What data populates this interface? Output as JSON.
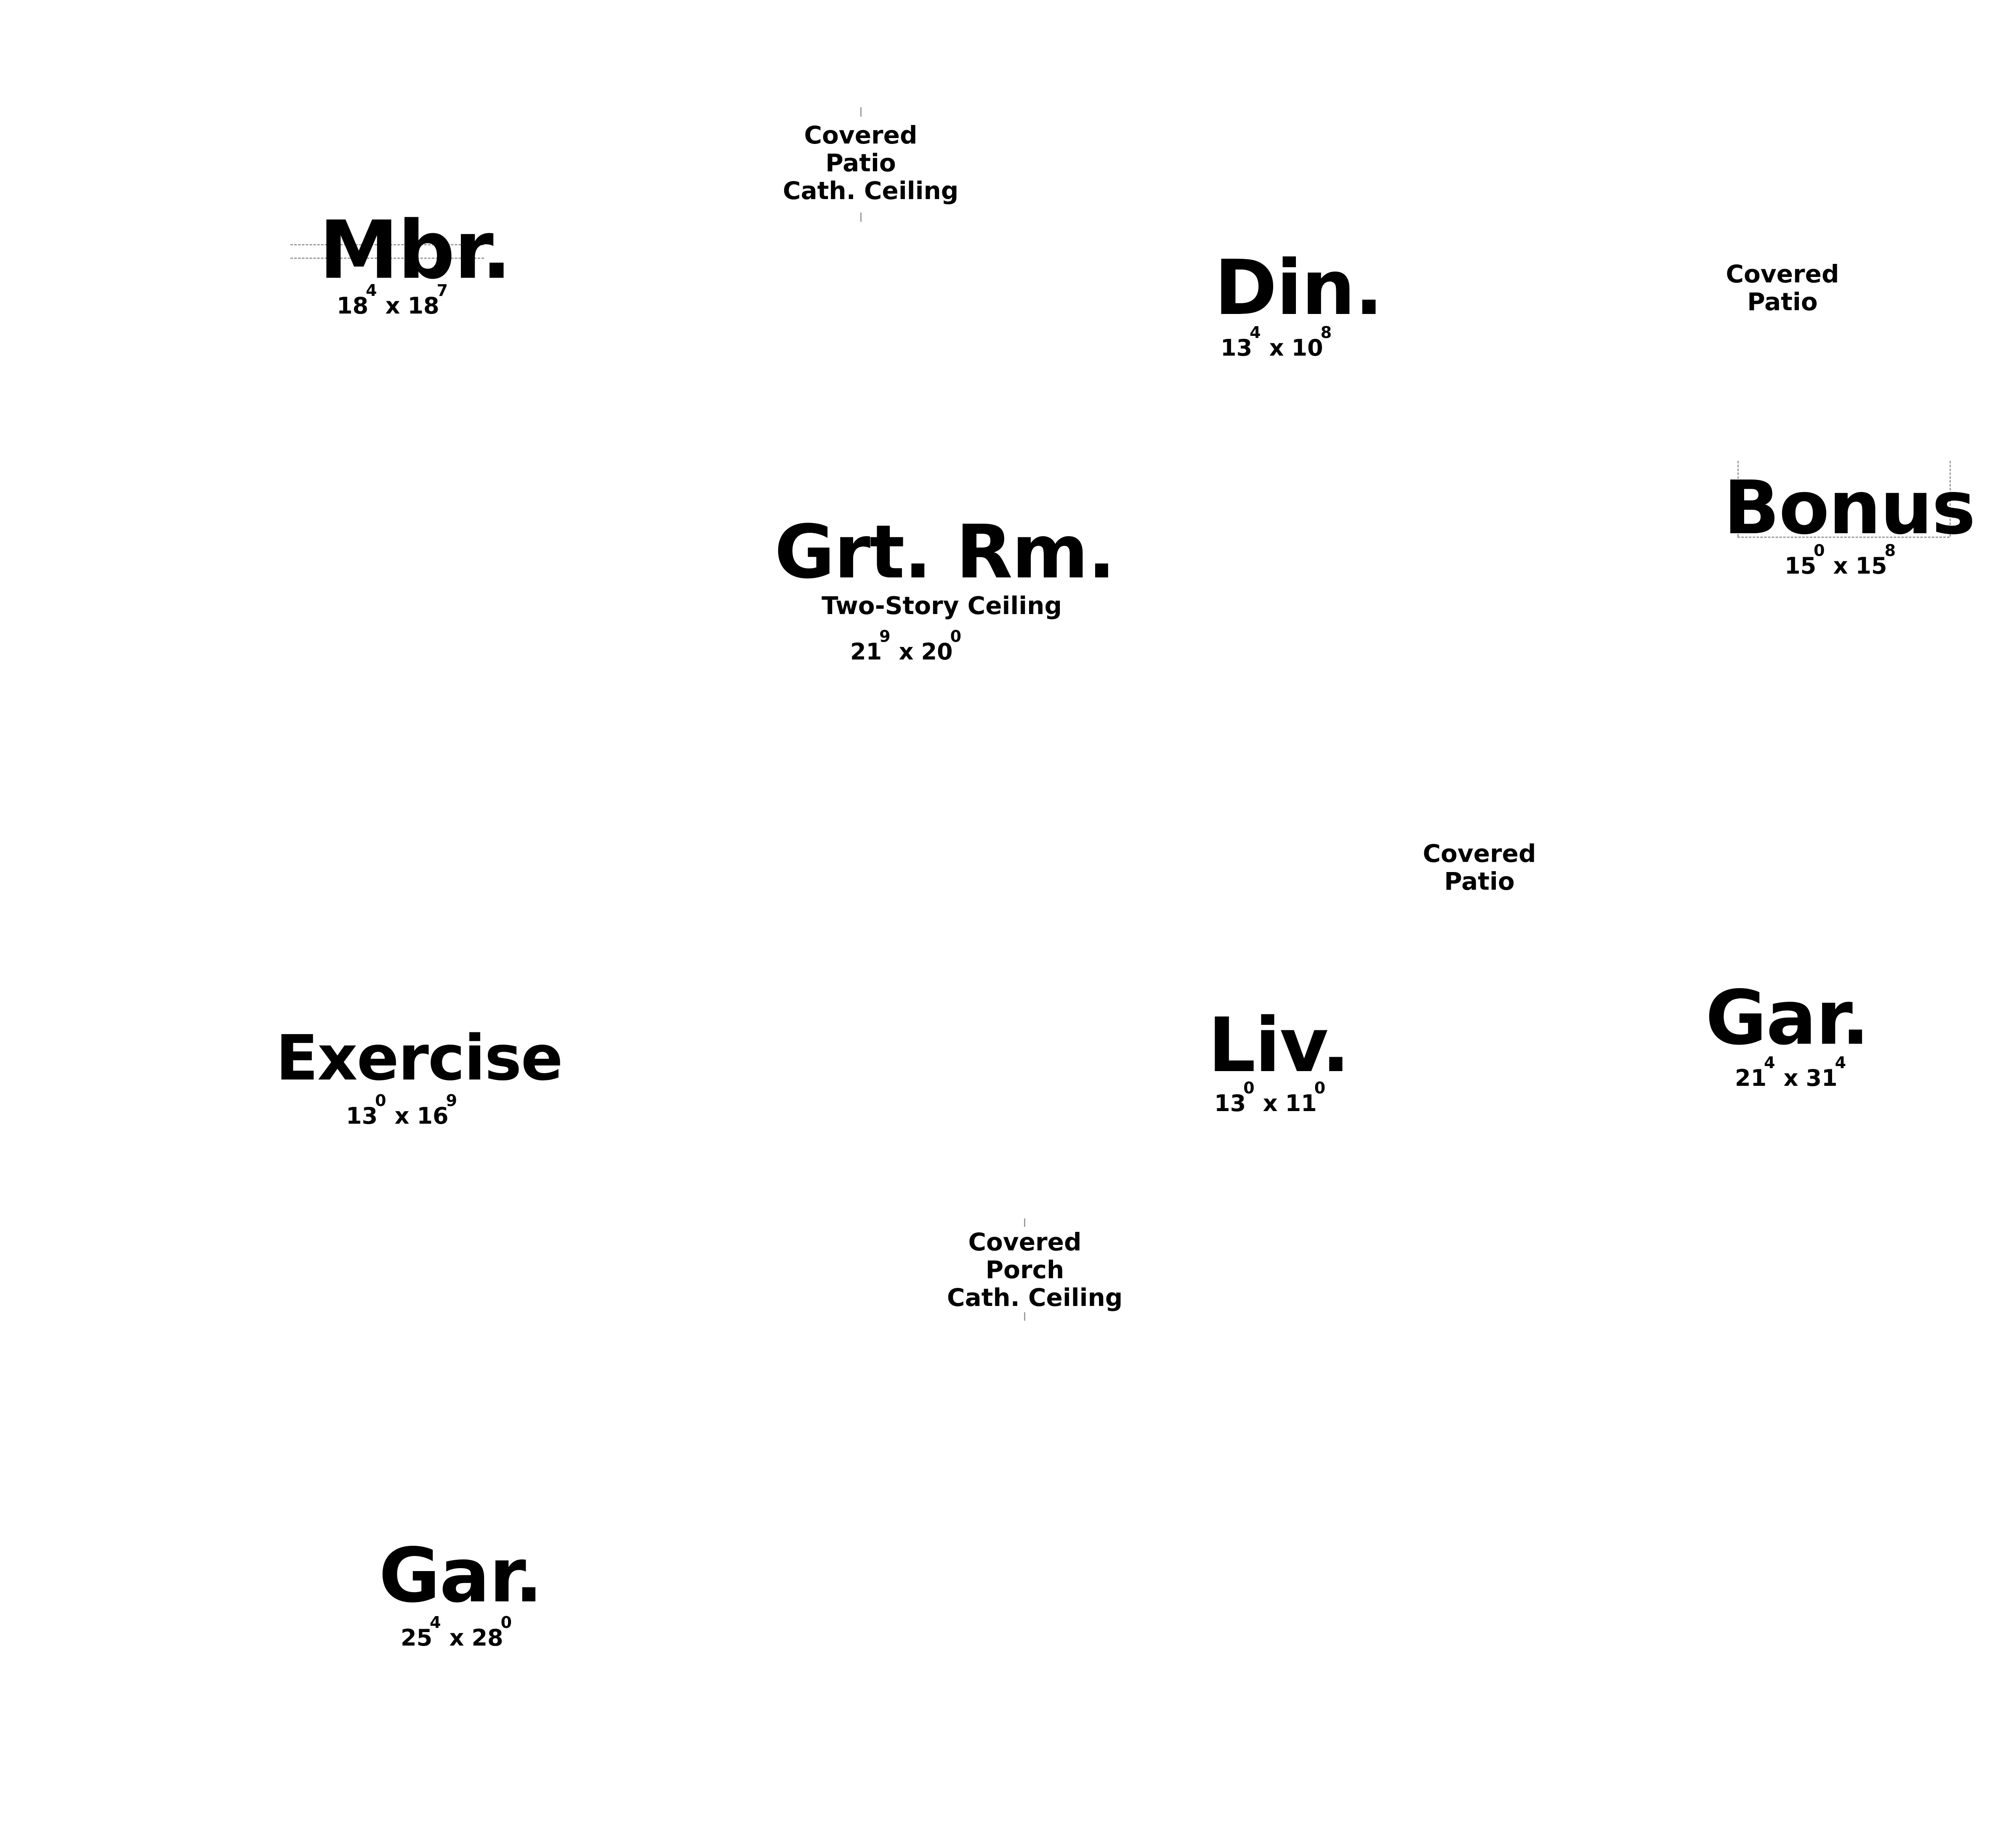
{
  "rooms": {
    "mbr": {
      "name": "Mbr.",
      "w": "18",
      "w_in": "4",
      "x": "x",
      "h": "18",
      "h_in": "7"
    },
    "din": {
      "name": "Din.",
      "w": "13",
      "w_in": "4",
      "x": "x",
      "h": "10",
      "h_in": "8"
    },
    "bonus": {
      "name": "Bonus",
      "w": "15",
      "w_in": "0",
      "x": "x",
      "h": "15",
      "h_in": "8"
    },
    "grt": {
      "name": "Grt. Rm.",
      "note": "Two-Story Ceiling",
      "w": "21",
      "w_in": "9",
      "x": "x",
      "h": "20",
      "h_in": "0"
    },
    "exercise": {
      "name": "Exercise",
      "w": "13",
      "w_in": "0",
      "x": "x",
      "h": "16",
      "h_in": "9"
    },
    "liv": {
      "name": "Liv.",
      "w": "13",
      "w_in": "0",
      "x": "x",
      "h": "11",
      "h_in": "0"
    },
    "gar_right": {
      "name": "Gar.",
      "w": "21",
      "w_in": "4",
      "x": "x",
      "h": "31",
      "h_in": "4"
    },
    "gar_left": {
      "name": "Gar.",
      "w": "25",
      "w_in": "4",
      "x": "x",
      "h": "28",
      "h_in": "0"
    }
  },
  "notes": {
    "patio_top": [
      "Covered",
      "Patio",
      "Cath. Ceiling"
    ],
    "patio_right": [
      "Covered",
      "Patio"
    ],
    "patio_mid": [
      "Covered",
      "Patio"
    ],
    "porch": [
      "Covered",
      "Porch",
      "Cath. Ceiling"
    ]
  }
}
